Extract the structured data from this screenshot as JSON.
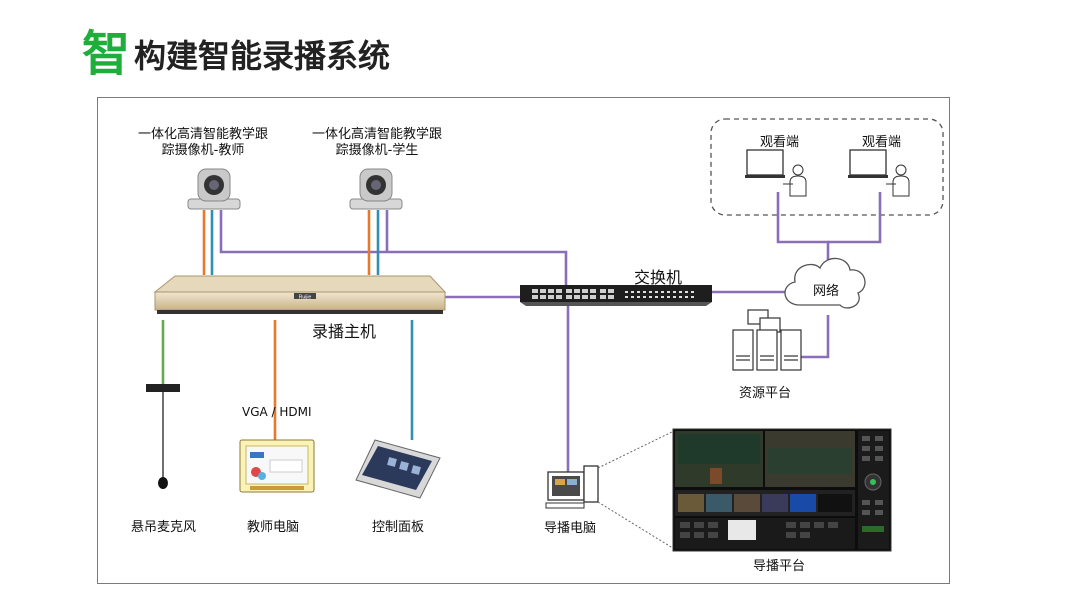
{
  "title": {
    "badge": "智",
    "text": "构建智能录播系统"
  },
  "labels": {
    "camera_teacher_line1": "一体化高清智能教学跟",
    "camera_teacher_line2": "踪摄像机-教师",
    "camera_student_line1": "一体化高清智能教学跟",
    "camera_student_line2": "踪摄像机-学生",
    "host": "录播主机",
    "switch": "交换机",
    "network": "网络",
    "viewer1": "观看端",
    "viewer2": "观看端",
    "resource": "资源平台",
    "vga_hdmi": "VGA / HDMI",
    "mic": "悬吊麦克风",
    "teacher_pc": "教师电脑",
    "control_panel": "控制面板",
    "director_pc": "导播电脑",
    "director_platform": "导播平台",
    "brand": "Ruijie"
  },
  "colors": {
    "orange": "#e8792c",
    "blue": "#2f8fb5",
    "purple": "#8a6fb8",
    "green": "#6aa84f",
    "title_green": "#1fae3a"
  },
  "icons": [
    "ptz-camera-icon",
    "recording-host-icon",
    "network-switch-icon",
    "cloud-icon",
    "laptop-user-icon",
    "server-icon",
    "microphone-icon",
    "teacher-pc-icon",
    "control-panel-icon",
    "desktop-pc-icon",
    "director-screen-icon"
  ]
}
